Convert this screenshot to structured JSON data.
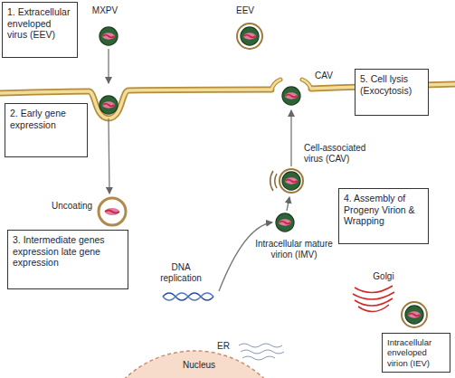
{
  "diagram": {
    "nodes": [
      {
        "text": [
          "1. Extracellular enveloped virus (EEV)"
        ]
      },
      {
        "text": [
          "2. Early gene expression"
        ]
      },
      {
        "text": [
          "3. Intermediate genes expression late gene expression"
        ]
      },
      {
        "text": [
          "4. Assembly of Progeny Virion & Wrapping"
        ]
      },
      {
        "text": [
          "5. Cell lysis (Exocytosis)"
        ]
      },
      {
        "text": [
          "Intracellular enveloped virion (IEV)"
        ]
      }
    ],
    "labels": [
      "MXPV",
      "EEV",
      "CAV",
      "Cell-associated virus (CAV)",
      "Uncoating",
      "Intracellular mature virion (IMV)",
      "DNA replication",
      "Golgi",
      "ER",
      "Nucleus"
    ]
  }
}
